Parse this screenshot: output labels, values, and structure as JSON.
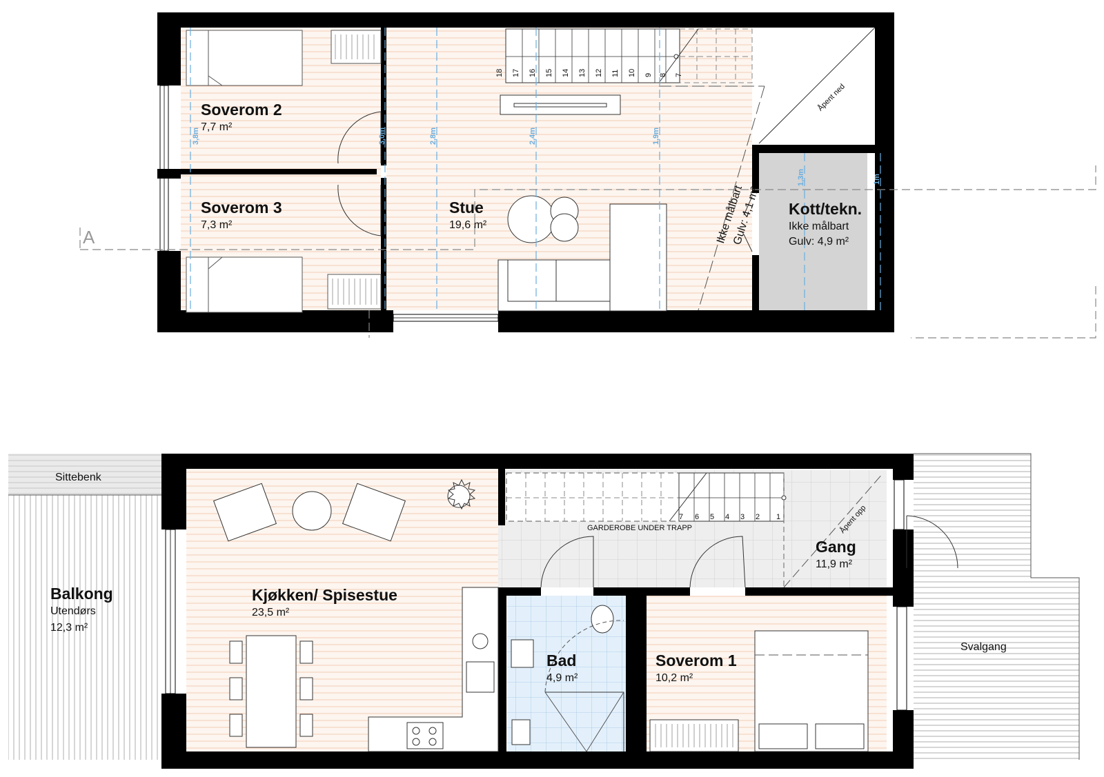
{
  "upper_floor": {
    "rooms": [
      {
        "name": "Soverom 2",
        "area": "7,7 m²"
      },
      {
        "name": "Soverom 3",
        "area": "7,3 m²"
      },
      {
        "name": "Stue",
        "area": "19,6 m²"
      },
      {
        "name": "Kott/tekn.",
        "note": "Ikke målbart",
        "area": "Gulv: 4,9 m²"
      }
    ],
    "unmeasurable": {
      "line1": "Ikke målbart",
      "line2": "Gulv: 4,1 m²"
    },
    "open_below": "Åpent ned",
    "section_marker": "A",
    "ceiling_heights": [
      "3,8m",
      "3,0m",
      "2,8m",
      "2,4m",
      "1,9m",
      "1,3m",
      "1m"
    ],
    "stair_steps": [
      "18",
      "17",
      "16",
      "15",
      "14",
      "13",
      "12",
      "11",
      "10",
      "9",
      "8",
      "7"
    ]
  },
  "lower_floor": {
    "balcony": {
      "bench": "Sittebenk",
      "name": "Balkong",
      "note": "Utendørs",
      "area": "12,3 m²"
    },
    "rooms": [
      {
        "name": "Kjøkken/ Spisestue",
        "area": "23,5 m²"
      },
      {
        "name": "Gang",
        "area": "11,9 m²"
      },
      {
        "name": "Bad",
        "area": "4,9 m²"
      },
      {
        "name": "Soverom 1",
        "area": "10,2 m²"
      }
    ],
    "wardrobe": "GARDEROBE UNDER TRAPP",
    "open_up": "Åpent opp",
    "walkway": "Svalgang",
    "stair_steps": [
      "7",
      "6",
      "5",
      "4",
      "3",
      "2",
      "1"
    ]
  },
  "colors": {
    "wall": "#000000",
    "floor_stripe": "#f6d6c0",
    "floor_base": "#fdf5ef",
    "tech_room": "#d4d4d4",
    "bath_tile": "#e3f0fb",
    "dimension": "#6aaee0",
    "balcony_bench": "#d9d9d9"
  }
}
